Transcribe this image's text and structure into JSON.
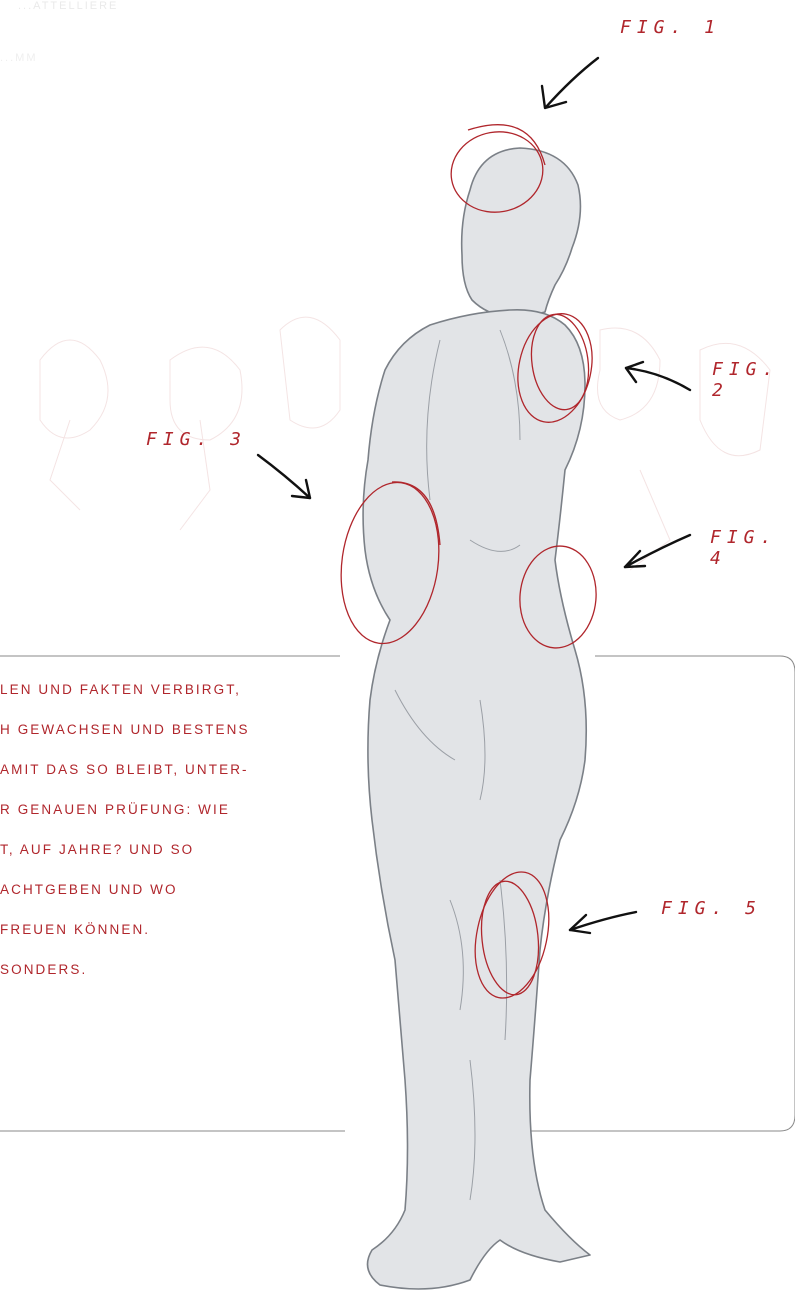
{
  "header": {
    "faint_title": "...ATTELLIERE",
    "faint_subtitle": "...MM"
  },
  "figures": [
    {
      "label": "FIG. 1"
    },
    {
      "label": "FIG. 2"
    },
    {
      "label": "FIG. 3"
    },
    {
      "label": "FIG. 4"
    },
    {
      "label": "FIG. 5"
    }
  ],
  "body_text": {
    "lines": [
      "LEN UND FAKTEN VERBIRGT,",
      "H GEWACHSEN UND BESTENS",
      "AMIT DAS SO BLEIBT, UNTER-",
      "R GENAUEN PRÜFUNG: WIE",
      "T, AUF JAHRE? UND SO",
      "ACHTGEBEN UND WO",
      " FREUEN KÖNNEN.",
      "SONDERS."
    ]
  },
  "colors": {
    "accent": "#b0262c",
    "sketch": "#6f747a",
    "panel_line": "#8a8a8a"
  }
}
